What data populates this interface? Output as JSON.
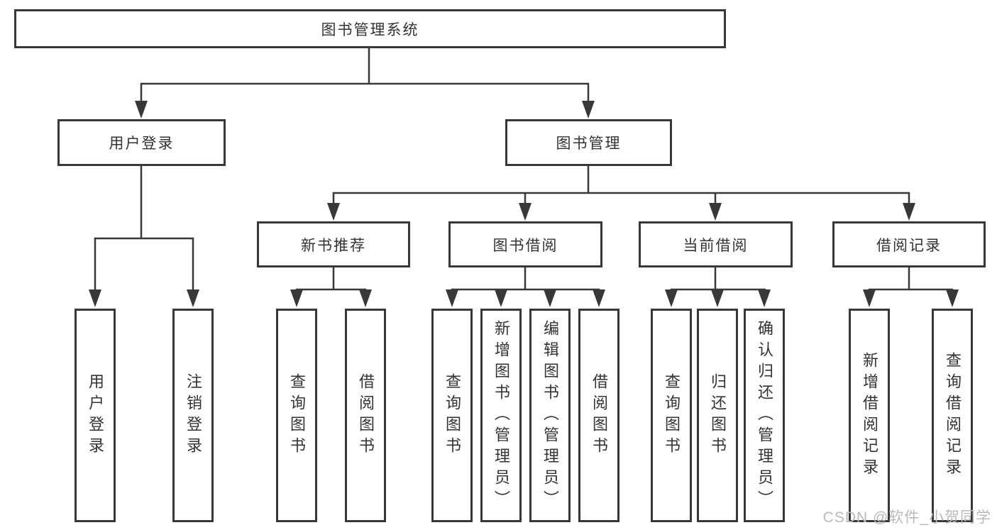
{
  "colors": {
    "line": "#383838",
    "text": "#333333",
    "watermark": "#b9b9b9",
    "background": "#ffffff"
  },
  "watermark": {
    "text": "CSDN @软件_小贺同学"
  },
  "tree": {
    "root": {
      "label": "图书管理系统"
    },
    "branches": [
      {
        "label": "用户登录",
        "children": [
          {
            "label": "用户登录"
          },
          {
            "label": "注销登录"
          }
        ]
      },
      {
        "label": "图书管理",
        "children": [
          {
            "label": "新书推荐",
            "children": [
              {
                "label": "查询图书"
              },
              {
                "label": "借阅图书"
              }
            ]
          },
          {
            "label": "图书借阅",
            "children": [
              {
                "label": "查询图书"
              },
              {
                "label": "新增图书（管理员）"
              },
              {
                "label": "编辑图书（管理员）"
              },
              {
                "label": "借阅图书"
              }
            ]
          },
          {
            "label": "当前借阅",
            "children": [
              {
                "label": "查询图书"
              },
              {
                "label": "归还图书"
              },
              {
                "label": "确认归还（管理员）"
              }
            ]
          },
          {
            "label": "借阅记录",
            "children": [
              {
                "label": "新增借阅记录"
              },
              {
                "label": "查询借阅记录"
              }
            ]
          }
        ]
      }
    ]
  }
}
